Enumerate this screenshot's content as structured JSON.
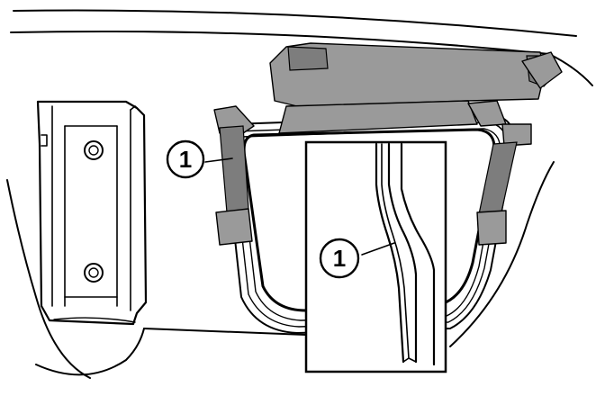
{
  "callouts": [
    {
      "id": "1a",
      "label": "1"
    },
    {
      "id": "1b",
      "label": "1"
    }
  ],
  "colors": {
    "ink": "#000000",
    "tape": "#9a9a9a",
    "tape_shadow": "#7d7d7d",
    "background": "#ffffff"
  }
}
